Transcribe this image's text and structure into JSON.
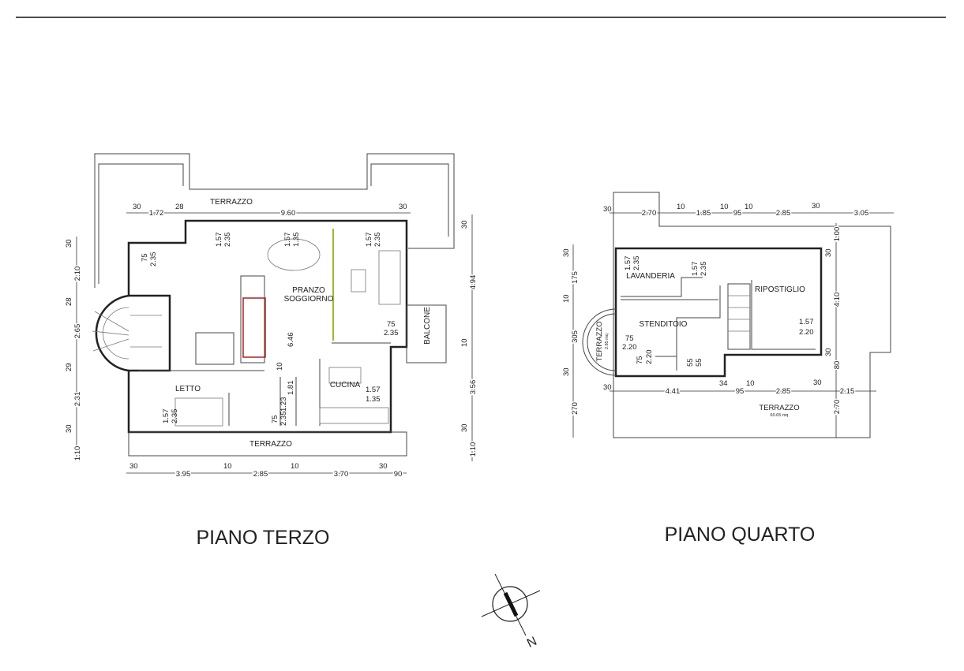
{
  "titles": {
    "terzo": "PIANO TERZO",
    "quarto": "PIANO QUARTO",
    "north": "N"
  },
  "terzo": {
    "rooms": [
      "TERRAZZO",
      "TERRAZZO",
      "PRANZO",
      "SOGGIORNO",
      "LETTO",
      "CUCINA",
      "BALCONE"
    ],
    "top_dims": [
      "30",
      "28",
      "1.72",
      "9.60",
      "30"
    ],
    "bottom_dims": [
      "30",
      "3.95",
      "10",
      "2.85",
      "10",
      "3.70",
      "30",
      "90"
    ],
    "left_dims": [
      "30",
      "2.10",
      "28",
      "2.65",
      "29",
      "2.31",
      "30",
      "1.10"
    ],
    "right_dims": [
      "30",
      "4.94",
      "10",
      "3.56",
      "30",
      "1.10"
    ],
    "openings": [
      "1.57",
      "2.35",
      "1.57",
      "1.35",
      "1.57",
      "2.35",
      "75",
      "2.35",
      "75",
      "2.35",
      "6.46",
      "10",
      "1.81",
      "1.57",
      "1.35",
      "75",
      "1.23",
      "2.35",
      "1.57",
      "2.35"
    ]
  },
  "quarto": {
    "rooms": [
      "LAVANDERIA",
      "RIPOSTIGLIO",
      "STENDITOIO",
      "TERRAZZO",
      "2.85 mq",
      "TERRAZZO",
      "60.65 mq"
    ],
    "top_dims": [
      "30",
      "2.70",
      "10",
      "1.85",
      "10",
      "95",
      "10",
      "2.85",
      "30",
      "3.05"
    ],
    "bottom_dims": [
      "30",
      "4.41",
      "34",
      "95",
      "10",
      "2.85",
      "30",
      "2.15"
    ],
    "left_dims": [
      "30",
      "175",
      "10",
      "305",
      "30",
      "270"
    ],
    "right_dims": [
      "1.00",
      "30",
      "4.10",
      "30",
      "80",
      "2.70"
    ],
    "openings": [
      "1.57",
      "2.35",
      "1.57",
      "2.35",
      "1.57",
      "2.20",
      "75",
      "2.20",
      "75",
      "2.20",
      "55",
      "55"
    ]
  }
}
